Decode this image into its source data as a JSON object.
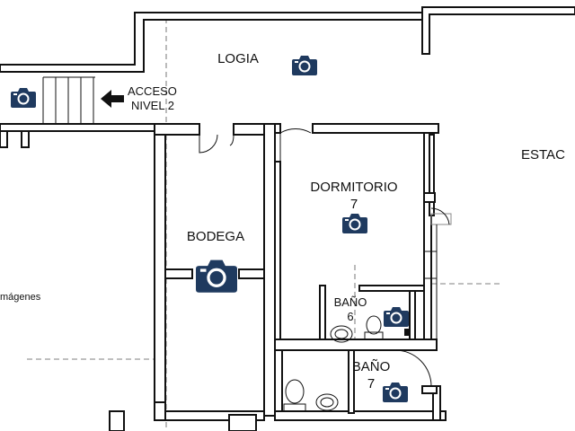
{
  "rooms": {
    "logia": "LOGIA",
    "acceso_line1": "ACCESO",
    "acceso_line2": "NIVEL 2",
    "dormitorio": "DORMITORIO",
    "dormitorio_num": "7",
    "bodega": "BODEGA",
    "bano6": "BAÑO",
    "bano6_num": "6",
    "bano7": "BAÑO",
    "bano7_num": "7",
    "estac": "ESTAC",
    "imagenes": "mágenes"
  },
  "icons": {
    "camera": "camera-icon",
    "arrow": "arrow-left-icon"
  },
  "colors": {
    "camera": "#1f3a5f",
    "wall": "#111111"
  }
}
